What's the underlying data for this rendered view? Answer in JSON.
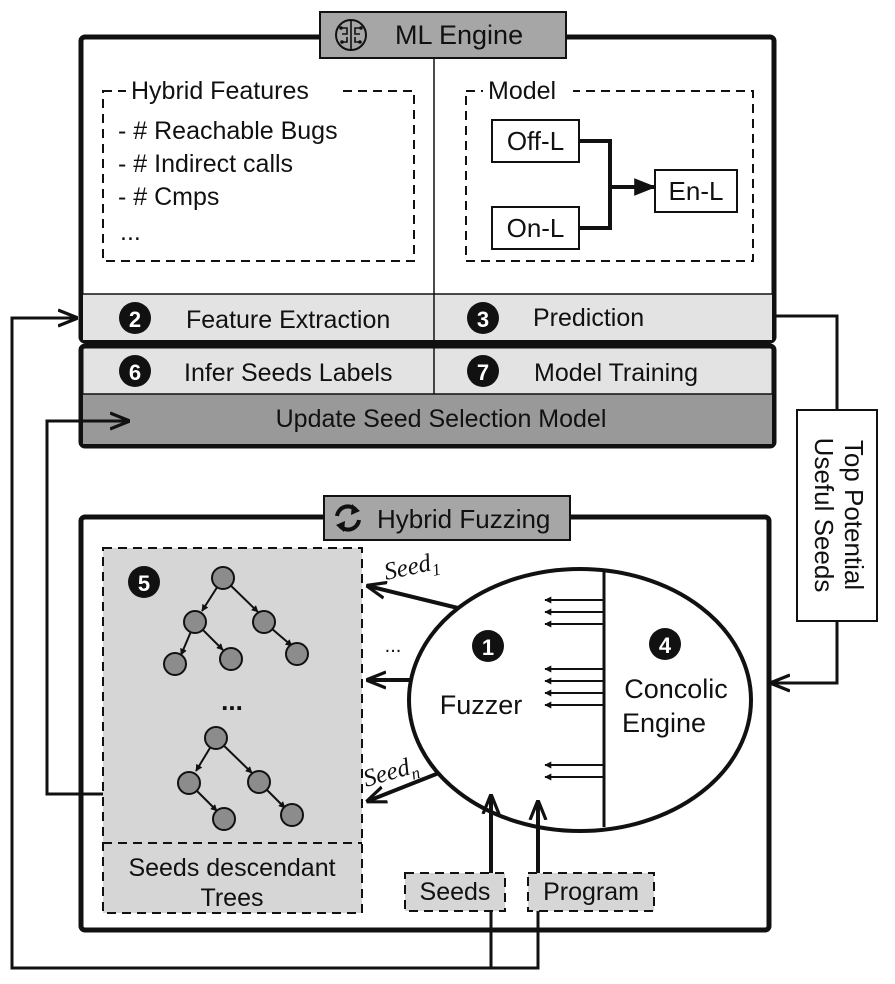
{
  "ml_engine": {
    "title": "ML Engine",
    "title_icon": "brain-icon",
    "hybrid_features": {
      "label": "Hybrid Features",
      "items": [
        "- # Reachable Bugs",
        "- # Indirect calls",
        "- # Cmps",
        "..."
      ]
    },
    "model": {
      "label": "Model",
      "off_l": "Off-L",
      "on_l": "On-L",
      "en_l": "En-L"
    },
    "steps": {
      "feature_extraction": {
        "num": "2",
        "label": "Feature Extraction"
      },
      "prediction": {
        "num": "3",
        "label": "Prediction"
      },
      "infer_labels": {
        "num": "6",
        "label": "Infer Seeds Labels"
      },
      "model_training": {
        "num": "7",
        "label": "Model Training"
      }
    },
    "update_label": "Update Seed Selection Model"
  },
  "side_label": {
    "line1": "Top Potential",
    "line2": "Useful Seeds"
  },
  "hybrid_fuzzing": {
    "title": "Hybrid Fuzzing",
    "title_icon": "refresh-icon",
    "trees": {
      "num": "5",
      "ellipsis": "...",
      "caption_line1": "Seeds descendant",
      "caption_line2": "Trees"
    },
    "seed_1": {
      "base": "Seed",
      "sub": "1"
    },
    "seed_mid": "...",
    "seed_n": {
      "base": "Seed",
      "sub": "n"
    },
    "fuzzer": {
      "num": "1",
      "label": "Fuzzer"
    },
    "concolic": {
      "num": "4",
      "line1": "Concolic",
      "line2": "Engine"
    },
    "inputs": {
      "seeds": "Seeds",
      "program": "Program"
    }
  },
  "colors": {
    "header_fill": "#a6a6a6",
    "step_fill": "#e3e3e3",
    "update_fill": "#999999",
    "tree_fill": "#d6d6d6",
    "node_fill": "#8c8c8c"
  }
}
